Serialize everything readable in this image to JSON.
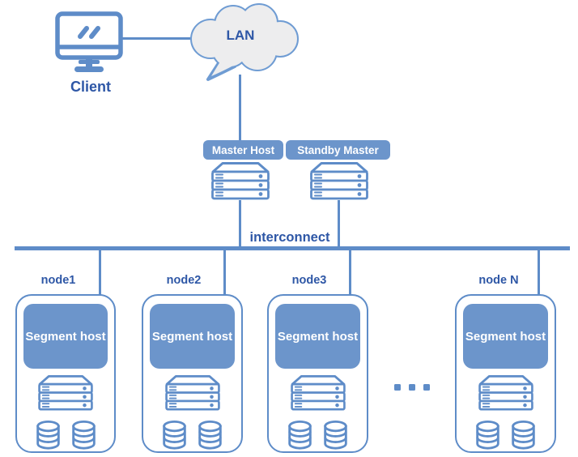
{
  "colors": {
    "line_blue": "#5E8CC8",
    "fill_blue": "#6C95CB",
    "text_dark_blue": "#2E57A6",
    "cloud_fill": "#EDEDEE",
    "label_text_white": "#FFFFFF"
  },
  "client": {
    "label": "Client",
    "icon": "monitor-icon"
  },
  "lan": {
    "label": "LAN",
    "icon": "cloud-icon"
  },
  "masters": {
    "master_label": "Master Host",
    "standby_label": "Standby Master",
    "icon": "server-rack-icon"
  },
  "interconnect": {
    "label": "interconnect"
  },
  "nodes": [
    {
      "label": "node1",
      "segment_label": "Segment host"
    },
    {
      "label": "node2",
      "segment_label": "Segment host"
    },
    {
      "label": "node3",
      "segment_label": "Segment host"
    },
    {
      "label": "node N",
      "segment_label": "Segment host"
    }
  ],
  "node_icons": {
    "server": "server-rack-icon",
    "storage": "database-cylinder-icon"
  },
  "ellipsis": {
    "icon": "ellipsis-dots",
    "count": 3
  }
}
